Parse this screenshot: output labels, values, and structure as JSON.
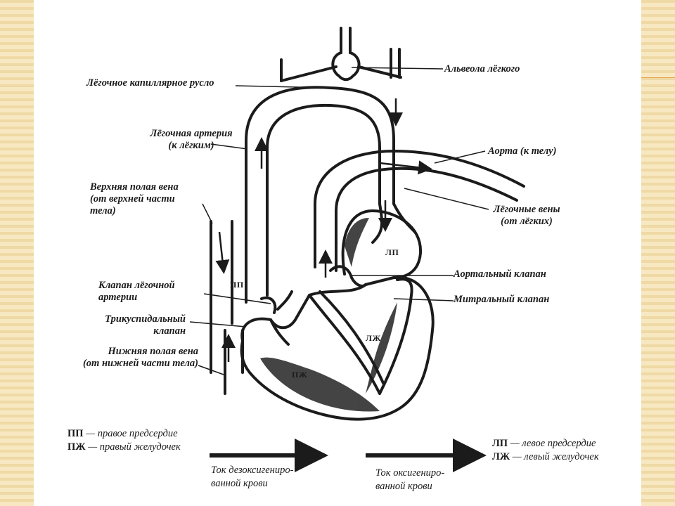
{
  "labels": {
    "alveola": "Альвеола лёгкого",
    "capillary_bed": "Лёгочное капиллярное русло",
    "pulmonary_artery_1": "Лёгочная артерия",
    "pulmonary_artery_2": "(к лёгким)",
    "aorta": "Аорта (к телу)",
    "svc_1": "Верхняя полая вена",
    "svc_2": "(от верхней части",
    "svc_3": "тела)",
    "pulmonary_veins_1": "Лёгочные вены",
    "pulmonary_veins_2": "(от лёгких)",
    "pulm_valve_1": "Клапан лёгочной",
    "pulm_valve_2": "артерии",
    "aortic_valve": "Аортальный клапан",
    "tricuspid_1": "Трикуспидальный",
    "tricuspid_2": "клапан",
    "mitral_valve": "Митральный клапан",
    "ivc_1": "Нижняя полая вена",
    "ivc_2": "(от нижней части тела)"
  },
  "chambers": {
    "ra": "ПП",
    "rv": "ПЖ",
    "la": "ЛП",
    "lv": "ЛЖ"
  },
  "legend": {
    "ra_abbr": "ПП",
    "ra_text": "— правое предсердие",
    "rv_abbr": "ПЖ",
    "rv_text": "— правый желудочек",
    "la_abbr": "ЛП",
    "la_text": "— левое предсердие",
    "lv_abbr": "ЛЖ",
    "lv_text": "— левый желудочек",
    "deoxy_1": "Ток дезоксигениро-",
    "deoxy_2": "ванной крови",
    "oxy_1": "Ток оксигениро-",
    "oxy_2": "ванной крови"
  },
  "colors": {
    "background": "#f4e3b9",
    "paper": "#ffffff",
    "ink": "#1b1b1b",
    "accent_line": "#e8a24a"
  }
}
